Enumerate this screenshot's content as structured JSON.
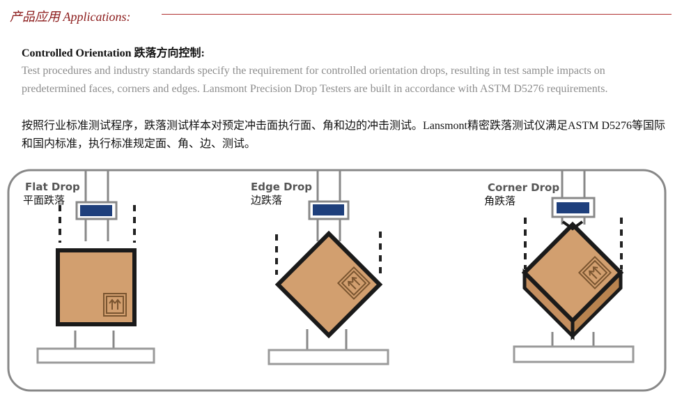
{
  "header": {
    "title": "产品应用 Applications:"
  },
  "section": {
    "title": "Controlled Orientation 跌落方向控制:",
    "body_en": "Test procedures and industry standards specify the requirement for controlled orientation drops, resulting in test sample impacts on predetermined faces, corners and edges. Lansmont Precision Drop Testers are built in accordance with ASTM D5276 requirements.",
    "body_zh": "按照行业标准测试程序，跌落测试样本对预定冲击面执行面、角和边的冲击测试。Lansmont精密跌落测试仪满足ASTM D5276等国际和国内标准，执行标准规定面、角、边、测试。"
  },
  "diagram": {
    "panels": [
      {
        "label_en": "Flat Drop",
        "label_zh": "平面跌落",
        "box_icon": "this-side-up-icon"
      },
      {
        "label_en": "Edge Drop",
        "label_zh": "边跌落",
        "box_icon": "this-side-up-icon"
      },
      {
        "label_en": "Corner Drop",
        "label_zh": "角跌落",
        "box_icon": "this-side-up-icon"
      }
    ],
    "colors": {
      "frame": "#888888",
      "box_fill": "#d29f6f",
      "box_outline": "#1a1a1a",
      "clamp": "#1e3f7c",
      "dash": "#222222",
      "platform": "#9a9a9a"
    }
  }
}
